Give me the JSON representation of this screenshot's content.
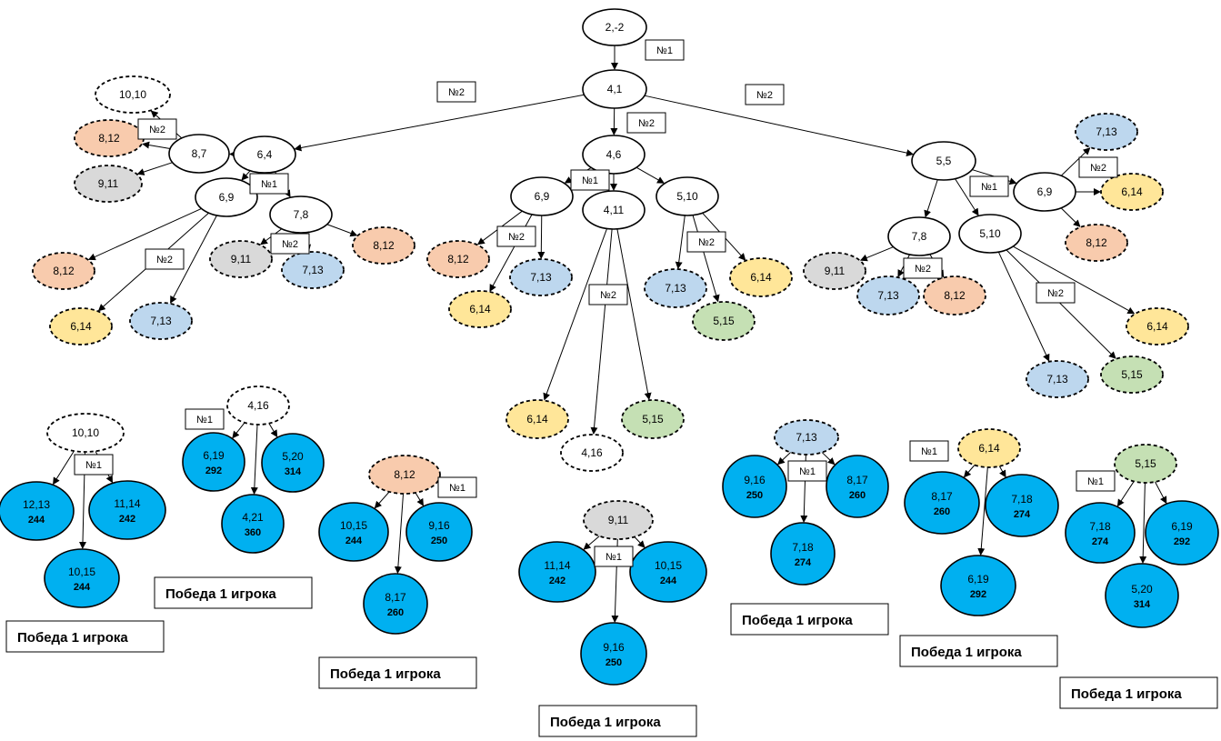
{
  "colors": {
    "outline": "#000000",
    "white": "#ffffff",
    "orange": "#f8cbad",
    "gray": "#d9d9d9",
    "yellow": "#ffe699",
    "lightblue": "#bdd7ee",
    "green": "#c5e0b4",
    "blue": "#00b0f0"
  },
  "nodes": [
    {
      "id": "n_2_m2",
      "label": "2,-2",
      "fill": "white",
      "style": "solid"
    },
    {
      "id": "n_4_1",
      "label": "4,1",
      "fill": "white",
      "style": "solid"
    },
    {
      "id": "n_6_4",
      "label": "6,4",
      "fill": "white",
      "style": "solid"
    },
    {
      "id": "n_8_7",
      "label": "8,7",
      "fill": "white",
      "style": "solid"
    },
    {
      "id": "n_10_10_a",
      "label": "10,10",
      "fill": "white",
      "style": "dashed"
    },
    {
      "id": "n_8_12_a",
      "label": "8,12",
      "fill": "orange",
      "style": "dashed"
    },
    {
      "id": "n_9_11_a",
      "label": "9,11",
      "fill": "gray",
      "style": "dashed"
    },
    {
      "id": "n_6_9_a",
      "label": "6,9",
      "fill": "white",
      "style": "solid"
    },
    {
      "id": "n_8_12_b",
      "label": "8,12",
      "fill": "orange",
      "style": "dashed"
    },
    {
      "id": "n_6_14_a",
      "label": "6,14",
      "fill": "yellow",
      "style": "dashed"
    },
    {
      "id": "n_7_13_a",
      "label": "7,13",
      "fill": "lightblue",
      "style": "dashed"
    },
    {
      "id": "n_7_8_a",
      "label": "7,8",
      "fill": "white",
      "style": "solid"
    },
    {
      "id": "n_9_11_b",
      "label": "9,11",
      "fill": "gray",
      "style": "dashed"
    },
    {
      "id": "n_7_13_b",
      "label": "7,13",
      "fill": "lightblue",
      "style": "dashed"
    },
    {
      "id": "n_8_12_c",
      "label": "8,12",
      "fill": "orange",
      "style": "dashed"
    },
    {
      "id": "n_4_6",
      "label": "4,6",
      "fill": "white",
      "style": "solid"
    },
    {
      "id": "n_6_9_b",
      "label": "6,9",
      "fill": "white",
      "style": "solid"
    },
    {
      "id": "n_8_12_d",
      "label": "8,12",
      "fill": "orange",
      "style": "dashed"
    },
    {
      "id": "n_6_14_b",
      "label": "6,14",
      "fill": "yellow",
      "style": "dashed"
    },
    {
      "id": "n_7_13_c",
      "label": "7,13",
      "fill": "lightblue",
      "style": "dashed"
    },
    {
      "id": "n_4_11",
      "label": "4,11",
      "fill": "white",
      "style": "solid"
    },
    {
      "id": "n_6_14_c",
      "label": "6,14",
      "fill": "yellow",
      "style": "dashed"
    },
    {
      "id": "n_4_16_a",
      "label": "4,16",
      "fill": "white",
      "style": "dashed"
    },
    {
      "id": "n_5_15_a",
      "label": "5,15",
      "fill": "green",
      "style": "dashed"
    },
    {
      "id": "n_5_10_a",
      "label": "5,10",
      "fill": "white",
      "style": "solid"
    },
    {
      "id": "n_7_13_d",
      "label": "7,13",
      "fill": "lightblue",
      "style": "dashed"
    },
    {
      "id": "n_5_15_b",
      "label": "5,15",
      "fill": "green",
      "style": "dashed"
    },
    {
      "id": "n_6_14_d",
      "label": "6,14",
      "fill": "yellow",
      "style": "dashed"
    },
    {
      "id": "n_5_5",
      "label": "5,5",
      "fill": "white",
      "style": "solid"
    },
    {
      "id": "n_6_9_c",
      "label": "6,9",
      "fill": "white",
      "style": "solid"
    },
    {
      "id": "n_7_13_e",
      "label": "7,13",
      "fill": "lightblue",
      "style": "dashed"
    },
    {
      "id": "n_6_14_e",
      "label": "6,14",
      "fill": "yellow",
      "style": "dashed"
    },
    {
      "id": "n_8_12_e",
      "label": "8,12",
      "fill": "orange",
      "style": "dashed"
    },
    {
      "id": "n_7_8_b",
      "label": "7,8",
      "fill": "white",
      "style": "solid"
    },
    {
      "id": "n_9_11_c",
      "label": "9,11",
      "fill": "gray",
      "style": "dashed"
    },
    {
      "id": "n_7_13_f",
      "label": "7,13",
      "fill": "lightblue",
      "style": "dashed"
    },
    {
      "id": "n_8_12_f",
      "label": "8,12",
      "fill": "orange",
      "style": "dashed"
    },
    {
      "id": "n_5_10_b",
      "label": "5,10",
      "fill": "white",
      "style": "solid"
    },
    {
      "id": "n_6_14_f",
      "label": "6,14",
      "fill": "yellow",
      "style": "dashed"
    },
    {
      "id": "n_5_15_c",
      "label": "5,15",
      "fill": "green",
      "style": "dashed"
    },
    {
      "id": "n_7_13_g",
      "label": "7,13",
      "fill": "lightblue",
      "style": "dashed"
    },
    {
      "id": "s1_root",
      "label": "10,10",
      "fill": "white",
      "style": "dashed"
    },
    {
      "id": "s1_a",
      "label": "12,13",
      "value": "244",
      "fill": "blue",
      "style": "solid"
    },
    {
      "id": "s1_b",
      "label": "11,14",
      "value": "242",
      "fill": "blue",
      "style": "solid"
    },
    {
      "id": "s1_c",
      "label": "10,15",
      "value": "244",
      "fill": "blue",
      "style": "solid"
    },
    {
      "id": "s2_root",
      "label": "4,16",
      "fill": "white",
      "style": "dashed"
    },
    {
      "id": "s2_a",
      "label": "6,19",
      "value": "292",
      "fill": "blue",
      "style": "solid"
    },
    {
      "id": "s2_b",
      "label": "5,20",
      "value": "314",
      "fill": "blue",
      "style": "solid"
    },
    {
      "id": "s2_c",
      "label": "4,21",
      "value": "360",
      "fill": "blue",
      "style": "solid"
    },
    {
      "id": "s3_root",
      "label": "8,12",
      "fill": "orange",
      "style": "dashed"
    },
    {
      "id": "s3_a",
      "label": "10,15",
      "value": "244",
      "fill": "blue",
      "style": "solid"
    },
    {
      "id": "s3_b",
      "label": "9,16",
      "value": "250",
      "fill": "blue",
      "style": "solid"
    },
    {
      "id": "s3_c",
      "label": "8,17",
      "value": "260",
      "fill": "blue",
      "style": "solid"
    },
    {
      "id": "s4_root",
      "label": "9,11",
      "fill": "gray",
      "style": "dashed"
    },
    {
      "id": "s4_a",
      "label": "11,14",
      "value": "242",
      "fill": "blue",
      "style": "solid"
    },
    {
      "id": "s4_b",
      "label": "10,15",
      "value": "244",
      "fill": "blue",
      "style": "solid"
    },
    {
      "id": "s4_c",
      "label": "9,16",
      "value": "250",
      "fill": "blue",
      "style": "solid"
    },
    {
      "id": "s5_root",
      "label": "7,13",
      "fill": "lightblue",
      "style": "dashed"
    },
    {
      "id": "s5_a",
      "label": "9,16",
      "value": "250",
      "fill": "blue",
      "style": "solid"
    },
    {
      "id": "s5_b",
      "label": "8,17",
      "value": "260",
      "fill": "blue",
      "style": "solid"
    },
    {
      "id": "s5_c",
      "label": "7,18",
      "value": "274",
      "fill": "blue",
      "style": "solid"
    },
    {
      "id": "s6_root",
      "label": "6,14",
      "fill": "yellow",
      "style": "dashed"
    },
    {
      "id": "s6_a",
      "label": "8,17",
      "value": "260",
      "fill": "blue",
      "style": "solid"
    },
    {
      "id": "s6_b",
      "label": "7,18",
      "value": "274",
      "fill": "blue",
      "style": "solid"
    },
    {
      "id": "s6_c",
      "label": "6,19",
      "value": "292",
      "fill": "blue",
      "style": "solid"
    },
    {
      "id": "s7_root",
      "label": "5,15",
      "fill": "green",
      "style": "dashed"
    },
    {
      "id": "s7_a",
      "label": "7,18",
      "value": "274",
      "fill": "blue",
      "style": "solid"
    },
    {
      "id": "s7_b",
      "label": "6,19",
      "value": "292",
      "fill": "blue",
      "style": "solid"
    },
    {
      "id": "s7_c",
      "label": "5,20",
      "value": "314",
      "fill": "blue",
      "style": "solid"
    }
  ],
  "edges": [
    [
      "n_2_m2",
      "n_4_1"
    ],
    [
      "n_4_1",
      "n_6_4"
    ],
    [
      "n_4_1",
      "n_4_6"
    ],
    [
      "n_4_1",
      "n_5_5"
    ],
    [
      "n_6_4",
      "n_8_7"
    ],
    [
      "n_6_4",
      "n_6_9_a"
    ],
    [
      "n_6_4",
      "n_7_8_a"
    ],
    [
      "n_8_7",
      "n_10_10_a"
    ],
    [
      "n_8_7",
      "n_8_12_a"
    ],
    [
      "n_8_7",
      "n_9_11_a"
    ],
    [
      "n_6_9_a",
      "n_8_12_b"
    ],
    [
      "n_6_9_a",
      "n_6_14_a"
    ],
    [
      "n_6_9_a",
      "n_7_13_a"
    ],
    [
      "n_7_8_a",
      "n_9_11_b"
    ],
    [
      "n_7_8_a",
      "n_7_13_b"
    ],
    [
      "n_7_8_a",
      "n_8_12_c"
    ],
    [
      "n_4_6",
      "n_6_9_b"
    ],
    [
      "n_4_6",
      "n_4_11"
    ],
    [
      "n_4_6",
      "n_5_10_a"
    ],
    [
      "n_6_9_b",
      "n_8_12_d"
    ],
    [
      "n_6_9_b",
      "n_6_14_b"
    ],
    [
      "n_6_9_b",
      "n_7_13_c"
    ],
    [
      "n_4_11",
      "n_6_14_c"
    ],
    [
      "n_4_11",
      "n_4_16_a"
    ],
    [
      "n_4_11",
      "n_5_15_a"
    ],
    [
      "n_5_10_a",
      "n_7_13_d"
    ],
    [
      "n_5_10_a",
      "n_5_15_b"
    ],
    [
      "n_5_10_a",
      "n_6_14_d"
    ],
    [
      "n_5_5",
      "n_7_8_b"
    ],
    [
      "n_5_5",
      "n_5_10_b"
    ],
    [
      "n_5_5",
      "n_6_9_c"
    ],
    [
      "n_6_9_c",
      "n_7_13_e"
    ],
    [
      "n_6_9_c",
      "n_6_14_e"
    ],
    [
      "n_6_9_c",
      "n_8_12_e"
    ],
    [
      "n_7_8_b",
      "n_9_11_c"
    ],
    [
      "n_7_8_b",
      "n_7_13_f"
    ],
    [
      "n_7_8_b",
      "n_8_12_f"
    ],
    [
      "n_5_10_b",
      "n_6_14_f"
    ],
    [
      "n_5_10_b",
      "n_5_15_c"
    ],
    [
      "n_5_10_b",
      "n_7_13_g"
    ],
    [
      "s1_root",
      "s1_a"
    ],
    [
      "s1_root",
      "s1_b"
    ],
    [
      "s1_root",
      "s1_c"
    ],
    [
      "s2_root",
      "s2_a"
    ],
    [
      "s2_root",
      "s2_b"
    ],
    [
      "s2_root",
      "s2_c"
    ],
    [
      "s3_root",
      "s3_a"
    ],
    [
      "s3_root",
      "s3_b"
    ],
    [
      "s3_root",
      "s3_c"
    ],
    [
      "s4_root",
      "s4_a"
    ],
    [
      "s4_root",
      "s4_b"
    ],
    [
      "s4_root",
      "s4_c"
    ],
    [
      "s5_root",
      "s5_a"
    ],
    [
      "s5_root",
      "s5_b"
    ],
    [
      "s5_root",
      "s5_c"
    ],
    [
      "s6_root",
      "s6_a"
    ],
    [
      "s6_root",
      "s6_b"
    ],
    [
      "s6_root",
      "s6_c"
    ],
    [
      "s7_root",
      "s7_a"
    ],
    [
      "s7_root",
      "s7_b"
    ],
    [
      "s7_root",
      "s7_c"
    ]
  ],
  "move_labels": [
    {
      "id": "ml_1",
      "text": "№1"
    },
    {
      "id": "ml_2",
      "text": "№2"
    },
    {
      "id": "ml_3",
      "text": "№2"
    },
    {
      "id": "ml_4",
      "text": "№2"
    },
    {
      "id": "ml_5",
      "text": "№2"
    },
    {
      "id": "ml_6",
      "text": "№1"
    },
    {
      "id": "ml_7",
      "text": "№2"
    },
    {
      "id": "ml_8",
      "text": "№2"
    },
    {
      "id": "ml_9",
      "text": "№1"
    },
    {
      "id": "ml_10",
      "text": "№2"
    },
    {
      "id": "ml_11",
      "text": "№2"
    },
    {
      "id": "ml_12",
      "text": "№2"
    },
    {
      "id": "ml_13",
      "text": "№1"
    },
    {
      "id": "ml_14",
      "text": "№2"
    },
    {
      "id": "ml_15",
      "text": "№2"
    },
    {
      "id": "ml_16",
      "text": "№2"
    },
    {
      "id": "ml_17",
      "text": "№1"
    },
    {
      "id": "ml_18",
      "text": "№1"
    },
    {
      "id": "ml_19",
      "text": "№1"
    },
    {
      "id": "ml_20",
      "text": "№1"
    },
    {
      "id": "ml_21",
      "text": "№1"
    },
    {
      "id": "ml_22",
      "text": "№1"
    },
    {
      "id": "ml_23",
      "text": "№1"
    }
  ],
  "win_labels": [
    {
      "id": "w1",
      "text": "Победа 1 игрока"
    },
    {
      "id": "w2",
      "text": "Победа 1 игрока"
    },
    {
      "id": "w3",
      "text": "Победа 1 игрока"
    },
    {
      "id": "w4",
      "text": "Победа 1 игрока"
    },
    {
      "id": "w5",
      "text": "Победа 1 игрока"
    },
    {
      "id": "w6",
      "text": "Победа 1 игрока"
    },
    {
      "id": "w7",
      "text": "Победа 1 игрока"
    }
  ]
}
